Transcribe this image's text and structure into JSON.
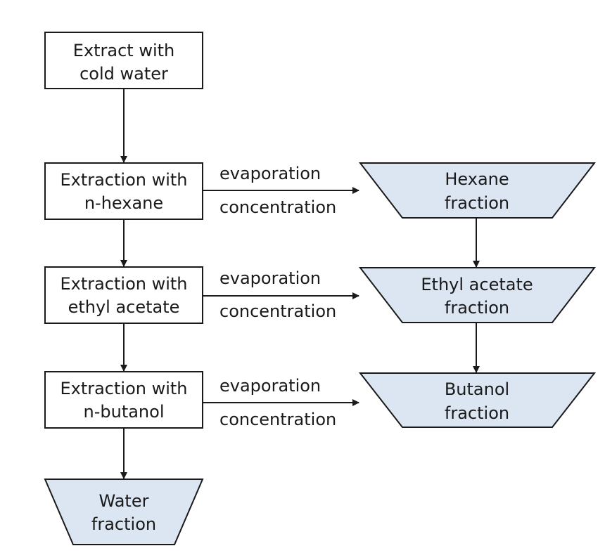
{
  "steps": {
    "cold_water": {
      "line1": "Extract with",
      "line2": "cold water"
    },
    "hexane": {
      "line1": "Extraction with",
      "line2": "n-hexane"
    },
    "ethyl_acetate": {
      "line1": "Extraction with",
      "line2": "ethyl acetate"
    },
    "butanol": {
      "line1": "Extraction with",
      "line2": "n-butanol"
    }
  },
  "fractions": {
    "hexane": {
      "line1": "Hexane",
      "line2": "fraction"
    },
    "ethyl_acetate": {
      "line1": "Ethyl acetate",
      "line2": "fraction"
    },
    "butanol": {
      "line1": "Butanol",
      "line2": "fraction"
    },
    "water": {
      "line1": "Water",
      "line2": "fraction"
    }
  },
  "arrow_labels": {
    "hexane": {
      "top": "evaporation",
      "bottom": "concentration"
    },
    "ethyl_acetate": {
      "top": "evaporation",
      "bottom": "concentration"
    },
    "butanol": {
      "top": "evaporation",
      "bottom": "concentration"
    }
  },
  "colors": {
    "fraction_fill": "#dce6f2",
    "stroke": "#1a1a1a",
    "box_fill": "#ffffff"
  }
}
